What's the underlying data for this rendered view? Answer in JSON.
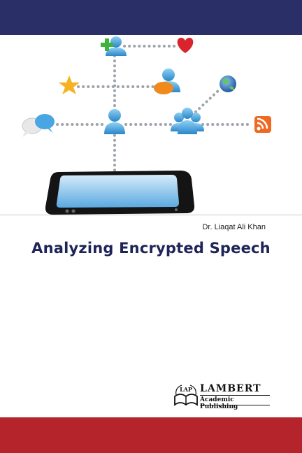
{
  "cover": {
    "author": "Dr. Liaqat Ali Khan",
    "title": "Analyzing Encrypted Speech",
    "publisher_name": "LAMBERT",
    "publisher_sub": "Academic Publishing",
    "logo_text": "LAP"
  },
  "colors": {
    "top_band": "#2a2f68",
    "bottom_band": "#b5242a",
    "title": "#1e2458",
    "dots": "#9ea4ab"
  },
  "icons": [
    "add-user-icon",
    "heart-icon",
    "star-icon",
    "user-chat-icon",
    "globe-icon",
    "chat-bubbles-icon",
    "user-icon",
    "group-icon",
    "rss-icon",
    "smartphone-icon"
  ]
}
